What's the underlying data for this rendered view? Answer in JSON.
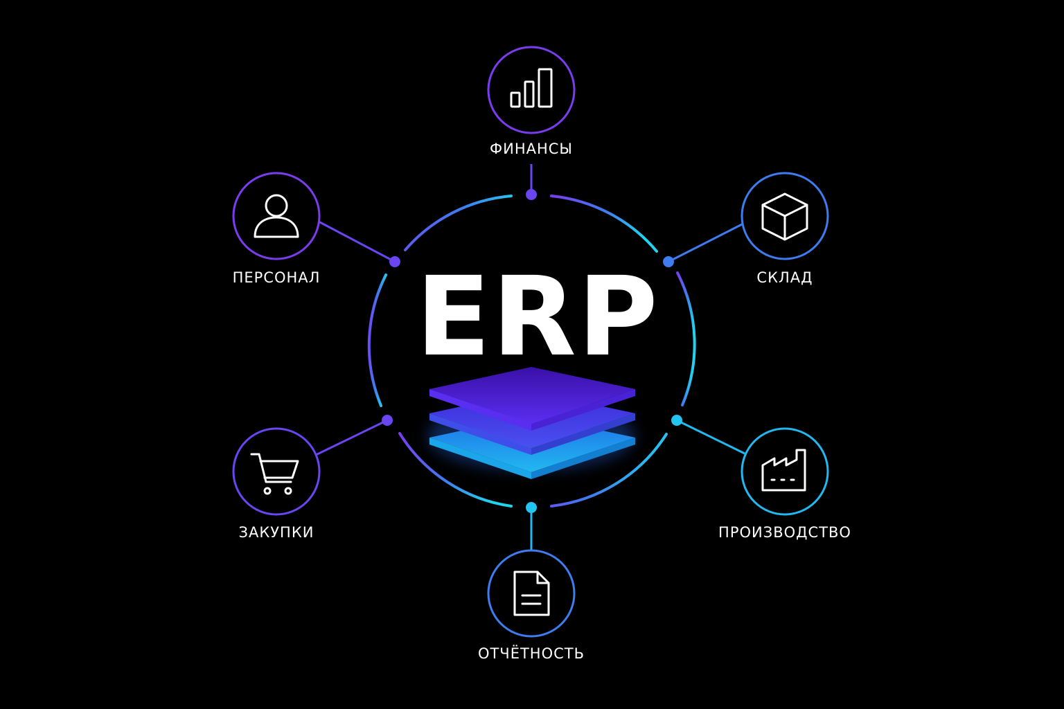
{
  "title": "ERP",
  "modules": [
    {
      "id": "finance",
      "label": "ФИНАНСЫ",
      "icon": "bar-chart-icon"
    },
    {
      "id": "warehouse",
      "label": "СКЛАД",
      "icon": "box-icon"
    },
    {
      "id": "production",
      "label": "ПРОИЗВОДСТВО",
      "icon": "factory-icon"
    },
    {
      "id": "reports",
      "label": "ОТЧЁТНОСТЬ",
      "icon": "document-icon"
    },
    {
      "id": "purchasing",
      "label": "ЗАКУПКИ",
      "icon": "cart-icon"
    },
    {
      "id": "personnel",
      "label": "ПЕРСОНАЛ",
      "icon": "user-icon"
    }
  ],
  "colors": {
    "background": "#000000",
    "violet": "#7b3cf0",
    "purple": "#6a45f2",
    "blue": "#3f7cf0",
    "cyan": "#22d3f0",
    "text": "#ffffff"
  }
}
